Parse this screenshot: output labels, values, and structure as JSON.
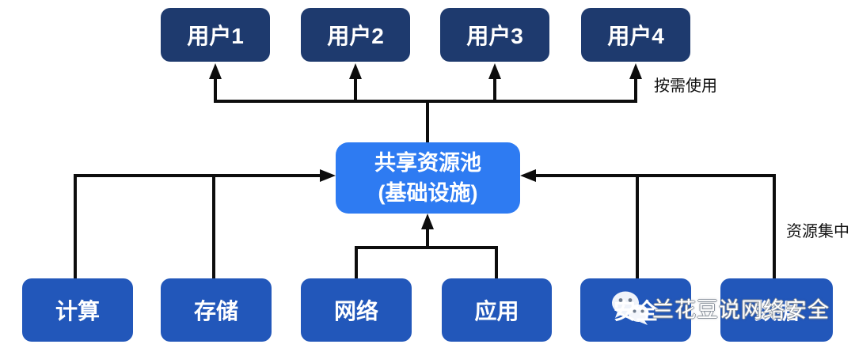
{
  "diagram": {
    "user_nodes": [
      {
        "label": "用户1"
      },
      {
        "label": "用户2"
      },
      {
        "label": "用户3"
      },
      {
        "label": "用户4"
      }
    ],
    "pool_node": {
      "title": "共享资源池",
      "subtitle": "(基础设施)"
    },
    "resource_nodes": [
      {
        "label": "计算"
      },
      {
        "label": "存储"
      },
      {
        "label": "网络"
      },
      {
        "label": "应用"
      },
      {
        "label": "安全"
      },
      {
        "label": "数据"
      }
    ],
    "annotations": {
      "top_right": "按需使用",
      "bottom_right": "资源集中"
    },
    "colors": {
      "user_box": "#1e3a6e",
      "pool_box": "#2e7bf2",
      "resource_box": "#2257ba",
      "connector": "#0d0d0d"
    }
  },
  "watermark": {
    "icon": "wechat-icon",
    "prefix": "安",
    "text": "兰花豆说网络安全"
  }
}
